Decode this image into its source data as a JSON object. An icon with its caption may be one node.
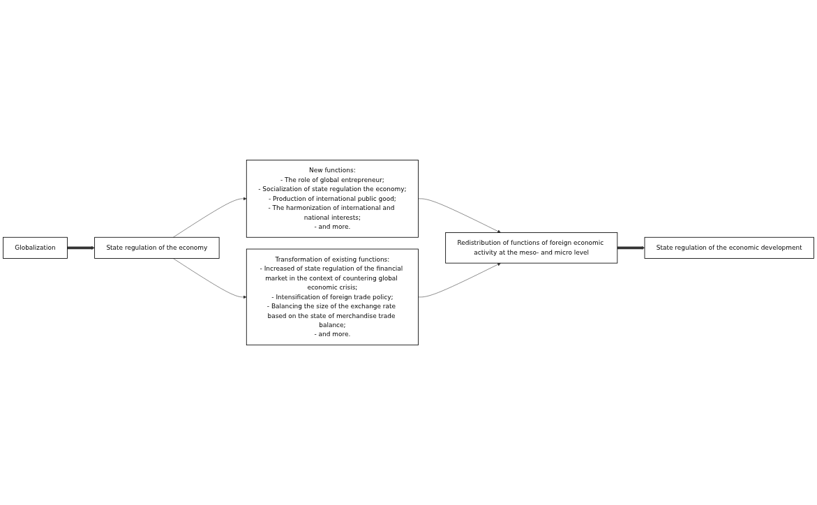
{
  "diagram": {
    "nodes": [
      {
        "text": [
          "Globalization"
        ]
      },
      {
        "text": [
          "State regulation of the economy"
        ]
      },
      {
        "text": [
          "New functions:",
          "- The role of global entrepreneur;",
          "- Socialization of state regulation the economy;",
          "- Production of international public good;",
          "- The harmonization of international and national interests;",
          "- and more."
        ]
      },
      {
        "text": [
          "Transformation of existing functions:",
          "- Increased of state regulation of the financial market in the context of countering global economic crisis;",
          "- Intensification of foreign trade policy;",
          "- Balancing the size of the exchange rate based on the state of merchandise trade balance;",
          "- and more."
        ]
      },
      {
        "text": [
          "Redistribution of functions of foreign economic activity at the meso- and micro level"
        ]
      },
      {
        "text": [
          "State regulation of the economic development"
        ]
      }
    ],
    "edges": [
      {
        "from": 0,
        "to": 1,
        "arrow": "to",
        "style": "thick"
      },
      {
        "from": 1,
        "to": 2,
        "arrow": "to"
      },
      {
        "from": 1,
        "to": 3,
        "arrow": "to"
      },
      {
        "from": 2,
        "to": 4,
        "arrow": "to"
      },
      {
        "from": 3,
        "to": 4,
        "arrow": "to"
      },
      {
        "from": 4,
        "to": 5,
        "arrow": "to",
        "style": "thick"
      }
    ]
  }
}
